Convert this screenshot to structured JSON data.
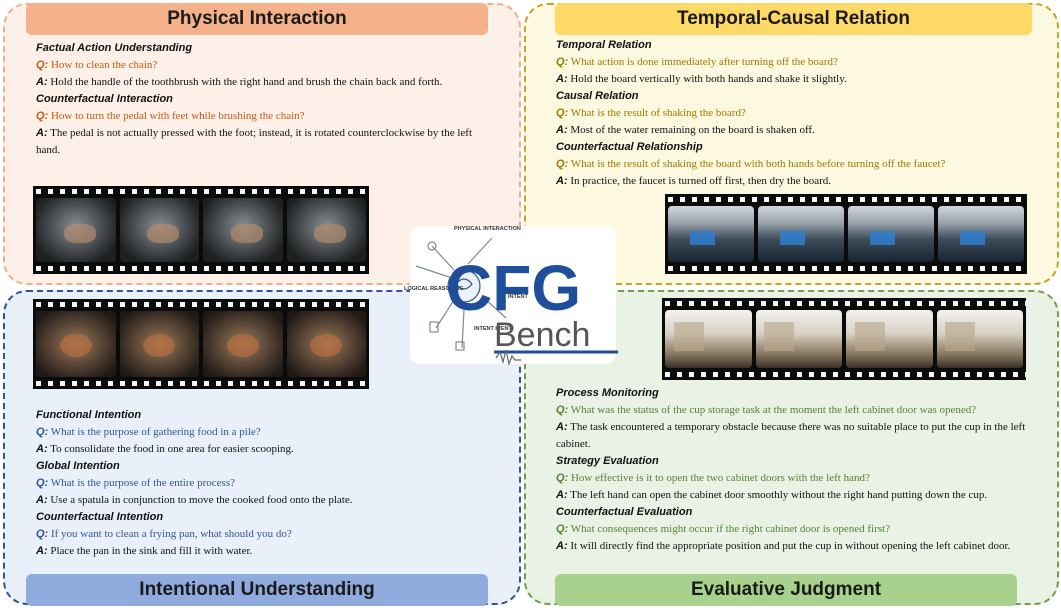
{
  "logo": {
    "name_top": "CFG",
    "name_bottom": "Bench",
    "labels": [
      "PHYSICAL INTERACTION",
      "LOGICAL REASONING",
      "INTENT",
      "INTENT IRENT"
    ]
  },
  "panels": {
    "physical": {
      "title": "Physical Interaction",
      "sections": [
        {
          "heading": "Factual Action Understanding",
          "q": "How to clean the chain?",
          "a": "Hold the handle of the toothbrush with the right hand and brush the chain back and forth."
        },
        {
          "heading": "Counterfactual Interaction",
          "q": "How to turn the pedal with feet while brushing the chain?",
          "a": "The pedal is not actually pressed with the foot; instead, it is rotated counterclockwise by the left hand."
        }
      ]
    },
    "temporal": {
      "title": "Temporal-Causal Relation",
      "sections": [
        {
          "heading": "Temporal Relation",
          "q": "What action is done immediately after turning off the board?",
          "a": "Hold the board vertically with both hands and shake it slightly."
        },
        {
          "heading": "Causal Relation",
          "q": "What is the result of shaking the board?",
          "a": "Most of the water remaining on the board is shaken off."
        },
        {
          "heading": "Counterfactual Relationship",
          "q": "What is the result of shaking the board with both hands before turning off the faucet?",
          "a": "In practice, the faucet is turned off first, then dry the board."
        }
      ]
    },
    "intentional": {
      "title": "Intentional Understanding",
      "sections": [
        {
          "heading": "Functional Intention",
          "q": "What is the purpose of gathering food in a pile?",
          "a": "To consolidate the food in one area for easier scooping."
        },
        {
          "heading": "Global Intention",
          "q": "What is the purpose of the entire process?",
          "a": "Use a spatula in conjunction to move the cooked food onto the plate."
        },
        {
          "heading": "Counterfactual Intention",
          "q": "If you want to clean a frying pan, what should you do?",
          "a": "Place the pan in the sink and fill it with water."
        }
      ]
    },
    "evaluative": {
      "title": "Evaluative Judgment",
      "sections": [
        {
          "heading": "Process Monitoring",
          "q": "What was the status of the cup storage task at the moment the left cabinet door was opened?",
          "a": "The task encountered a temporary obstacle because there was no suitable place to put the cup in the left cabinet."
        },
        {
          "heading": "Strategy Evaluation",
          "q": "How effective is it to open the two cabinet doors with the left hand?",
          "a": "The left hand can open the cabinet door smoothly without the right hand putting down the cup."
        },
        {
          "heading": "Counterfactual Evaluation",
          "q": "What consequences might occur if the right cabinet door is opened first?",
          "a": "It will directly find the appropriate position and put the cup in without opening the left cabinet door."
        }
      ]
    }
  },
  "labels": {
    "q": "Q:",
    "a": "A:"
  }
}
